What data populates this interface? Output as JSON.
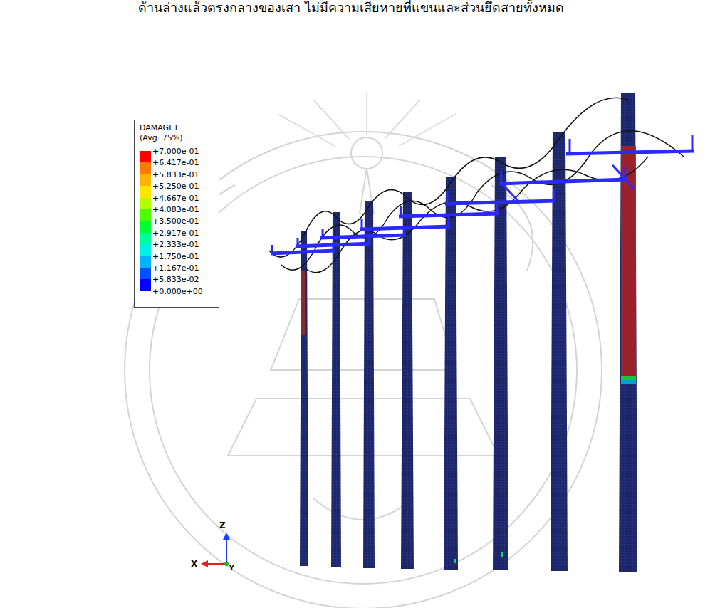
{
  "diagram": {
    "labels": [
      "ด้านล่างแล้วตรงกลางของเสา ไม่มีความเสียหายที่แขนและส่วนยึดสายทั้งหมด",
      "DAMAGET",
      "(Avg: 75%)",
      "+0.000e+00",
      "Z",
      "X",
      "Y"
    ],
    "legend": [
      {
        "text": "+7.000e-01",
        "color": "#ff0000"
      },
      {
        "text": "+6.417e-01",
        "color": "#ff7a00"
      },
      {
        "text": "+5.833e-01",
        "color": "#ffb400"
      },
      {
        "text": "+5.250e-01",
        "color": "#ffe600"
      },
      {
        "text": "+4.667e-01",
        "color": "#b4ff00"
      },
      {
        "text": "+4.083e-01",
        "color": "#4cff00"
      },
      {
        "text": "+3.500e-01",
        "color": "#00ff2e"
      },
      {
        "text": "+2.917e-01",
        "color": "#00ff9a"
      },
      {
        "text": "+2.333e-01",
        "color": "#00f0e6"
      },
      {
        "text": "+1.750e-01",
        "color": "#00b4ff"
      },
      {
        "text": "+1.167e-01",
        "color": "#0050ff"
      },
      {
        "text": "+5.833e-02",
        "color": "#0000ff"
      }
    ]
  }
}
